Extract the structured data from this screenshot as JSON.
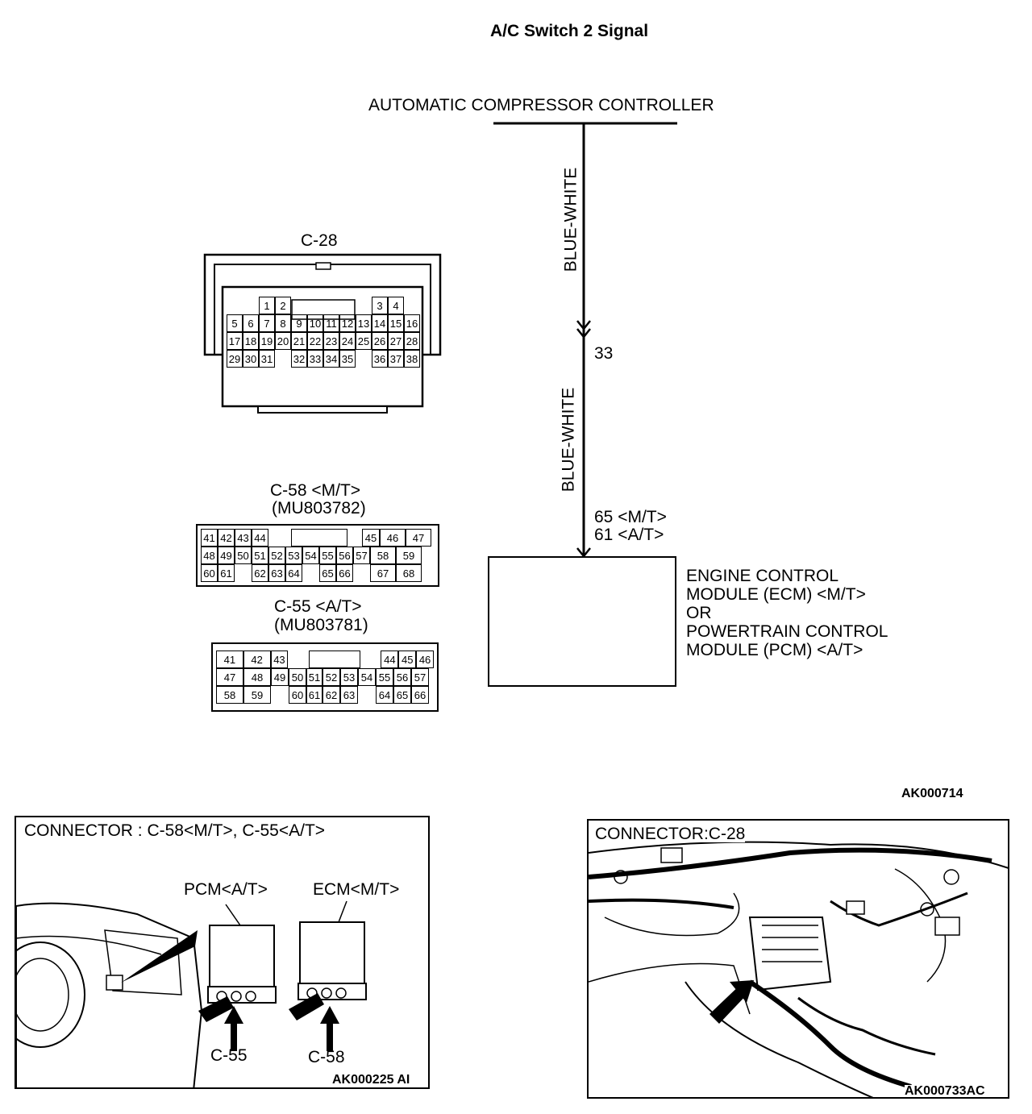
{
  "title": "A/C Switch 2 Signal",
  "controller_label": "AUTOMATIC COMPRESSOR CONTROLLER",
  "wire": {
    "color_upper": "BLUE-WHITE",
    "color_lower": "BLUE-WHITE",
    "pin_controller": "33",
    "pin_module_mt": "65 <M/T>",
    "pin_module_at": "61 <A/T>"
  },
  "module_label": [
    "ENGINE CONTROL",
    "MODULE (ECM) <M/T>",
    "OR",
    "POWERTRAIN CONTROL",
    "MODULE (PCM) <A/T>"
  ],
  "c28": {
    "label": "C-28",
    "row1": [
      "1",
      "2",
      "3",
      "4"
    ],
    "row2": [
      "5",
      "6",
      "7",
      "8",
      "9",
      "10",
      "11",
      "12",
      "13",
      "14",
      "15",
      "16"
    ],
    "row3": [
      "17",
      "18",
      "19",
      "20",
      "21",
      "22",
      "23",
      "24",
      "25",
      "26",
      "27",
      "28"
    ],
    "row4": [
      "29",
      "30",
      "31",
      "32",
      "33",
      "34",
      "35",
      "36",
      "37",
      "38"
    ]
  },
  "c58": {
    "label": "C-58 <M/T>",
    "part": "(MU803782)",
    "rows": [
      [
        "41",
        "42",
        "43",
        "44",
        "",
        "",
        "",
        "",
        "",
        "45",
        "46",
        "47"
      ],
      [
        "48",
        "49",
        "50",
        "51",
        "52",
        "53",
        "54",
        "55",
        "56",
        "57",
        "58",
        "59"
      ],
      [
        "60",
        "61",
        "",
        "62",
        "63",
        "64",
        "",
        "65",
        "66",
        "",
        "67",
        "68"
      ]
    ]
  },
  "c55": {
    "label": "C-55 <A/T>",
    "part": "(MU803781)",
    "rows": [
      [
        "41",
        "42",
        "43",
        "",
        "",
        "",
        "",
        "",
        "44",
        "45",
        "46"
      ],
      [
        "47",
        "48",
        "49",
        "50",
        "51",
        "52",
        "53",
        "54",
        "55",
        "56",
        "57"
      ],
      [
        "58",
        "59",
        "",
        "60",
        "61",
        "62",
        "63",
        "",
        "64",
        "65",
        "66"
      ]
    ]
  },
  "figure_code": "AK000714",
  "photo_left": {
    "caption": "CONNECTOR : C-58<M/T>, C-55<A/T>",
    "pcm": "PCM<A/T>",
    "ecm": "ECM<M/T>",
    "c55": "C-55",
    "c58": "C-58",
    "code": "AK000225 AI"
  },
  "photo_right": {
    "caption": "CONNECTOR:C-28",
    "code": "AK000733AC"
  }
}
